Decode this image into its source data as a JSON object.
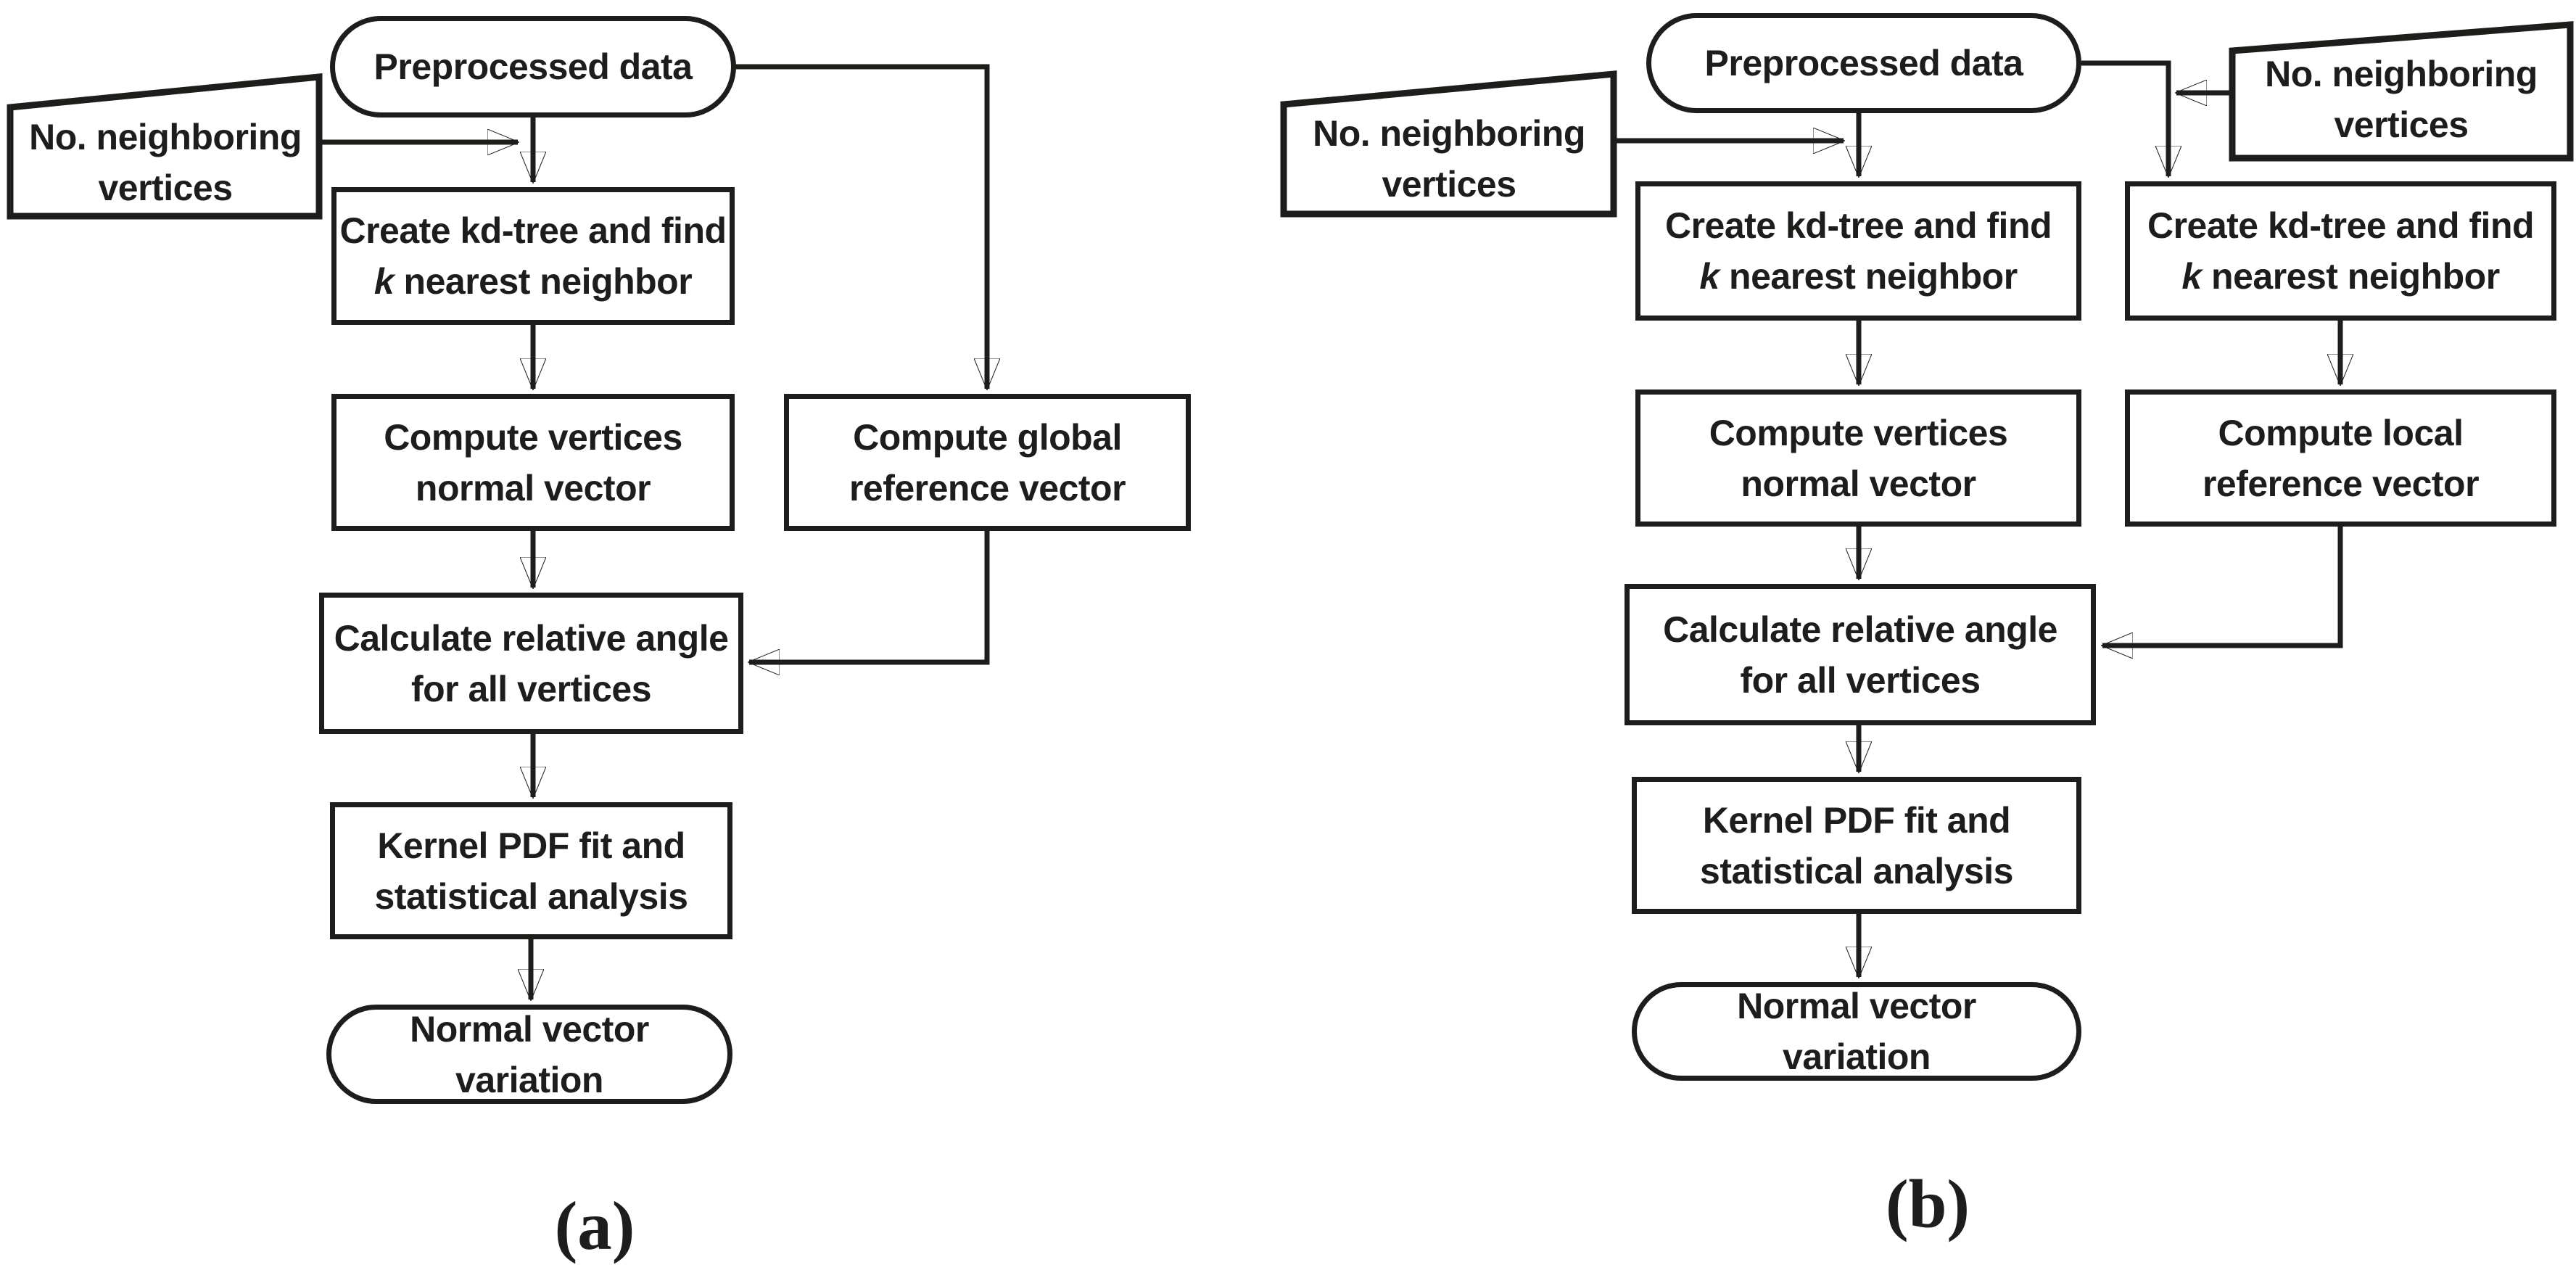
{
  "colors": {
    "ink": "#1d1d1b",
    "background": "#ffffff"
  },
  "panel_a": {
    "caption": "(a)",
    "start_terminal": "Preprocessed data",
    "input_left": {
      "line1": "No. neighboring",
      "line2": "vertices"
    },
    "kdtree_box": {
      "line1": "Create kd-tree and find",
      "k_italic": "k",
      "line2_rest": " nearest neighbor"
    },
    "normals_box": {
      "line1": "Compute vertices",
      "line2": "normal vector"
    },
    "reference_box": {
      "line1": "Compute global",
      "line2": "reference vector"
    },
    "angle_box": {
      "line1": "Calculate relative angle",
      "line2": "for all vertices"
    },
    "kernel_box": {
      "line1": "Kernel PDF fit and",
      "line2": "statistical analysis"
    },
    "end_terminal": {
      "line1": "Normal vector",
      "line2": "variation"
    }
  },
  "panel_b": {
    "caption": "(b)",
    "start_terminal": "Preprocessed data",
    "input_left": {
      "line1": "No. neighboring",
      "line2": "vertices"
    },
    "input_right": {
      "line1": "No. neighboring",
      "line2": "vertices"
    },
    "kdtree_left_box": {
      "line1": "Create kd-tree and find",
      "k_italic": "k",
      "line2_rest": " nearest neighbor"
    },
    "kdtree_right_box": {
      "line1": "Create kd-tree and find",
      "k_italic": "k",
      "line2_rest": " nearest neighbor"
    },
    "normals_box": {
      "line1": "Compute vertices",
      "line2": "normal vector"
    },
    "reference_box": {
      "line1": "Compute local",
      "line2": "reference vector"
    },
    "angle_box": {
      "line1": "Calculate relative angle",
      "line2": "for all vertices"
    },
    "kernel_box": {
      "line1": "Kernel PDF fit and",
      "line2": "statistical analysis"
    },
    "end_terminal": {
      "line1": "Normal vector",
      "line2": "variation"
    }
  }
}
